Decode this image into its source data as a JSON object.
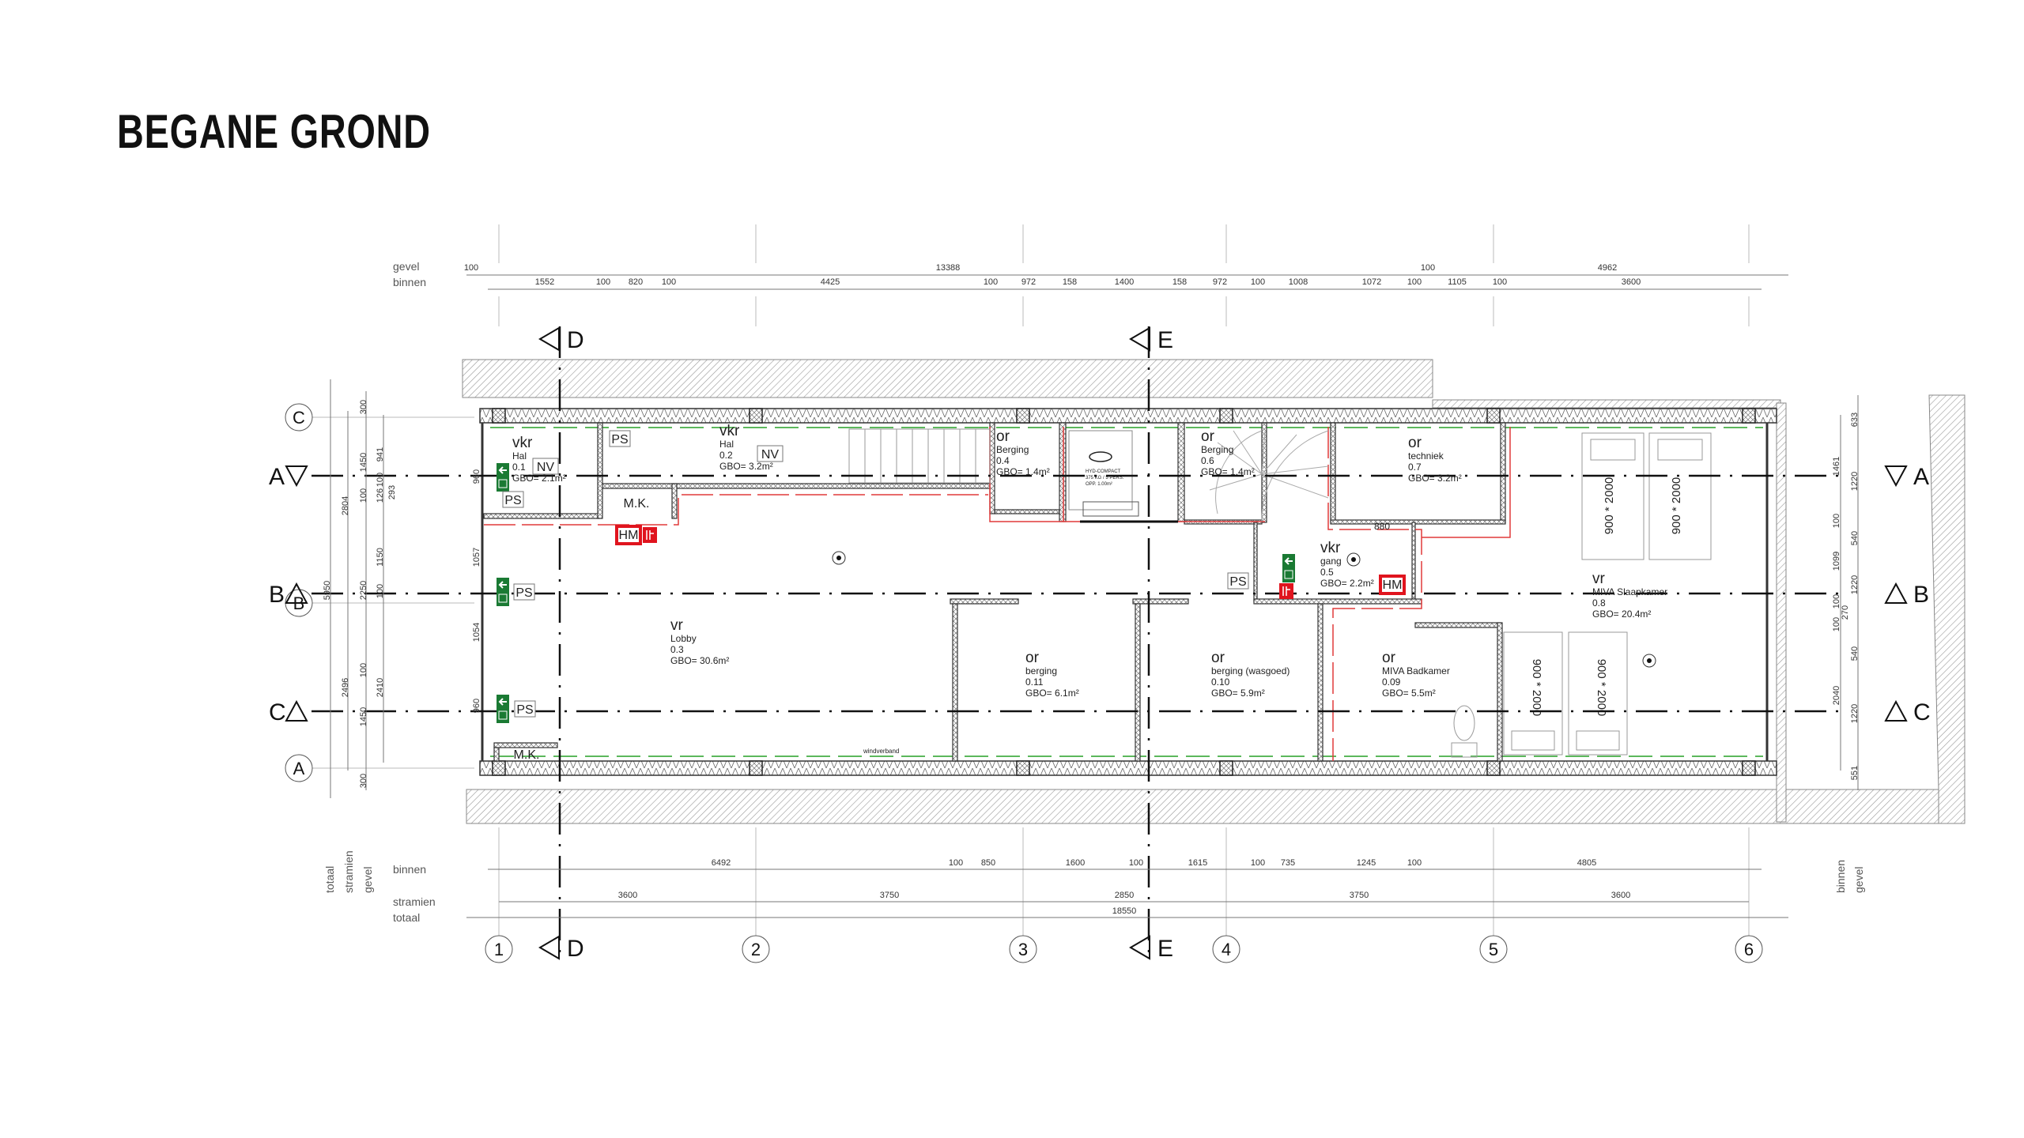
{
  "title": "BEGANE GROND",
  "dimensions": {
    "top_labels": {
      "gevel": "gevel",
      "binnen": "binnen"
    },
    "top_gevel": [
      "100",
      "13388",
      "100",
      "4962"
    ],
    "top_binnen": [
      "1552",
      "100",
      "820",
      "100",
      "4425",
      "100",
      "972",
      "158",
      "1400",
      "158",
      "972",
      "100",
      "1008",
      "1072",
      "100",
      "1105",
      "100",
      "3600"
    ],
    "bottom_labels": {
      "binnen": "binnen",
      "stramien": "stramien",
      "totaal": "totaal",
      "gevel": "gevel"
    },
    "side_labels": {
      "totaal": "totaal",
      "stramien": "stramien",
      "gevel": "gevel",
      "binnen_right": "binnen",
      "gevel_right": "gevel"
    },
    "bottom_binnen": [
      "6492",
      "100",
      "850",
      "1600",
      "100",
      "1615",
      "100",
      "735",
      "1245",
      "100",
      "4805"
    ],
    "bottom_stramien": [
      "3600",
      "3750",
      "2850",
      "3750",
      "3600"
    ],
    "bottom_totaal": "18550",
    "left": [
      "5950",
      "2804",
      "2496",
      "300",
      "1450",
      "2250",
      "1450",
      "300",
      "941",
      "100",
      "126",
      "293",
      "100",
      "1150",
      "100",
      "100",
      "2410",
      "960",
      "1057",
      "1054",
      "960"
    ],
    "right": [
      "633",
      "1461",
      "1220",
      "100",
      "540",
      "1099",
      "1220",
      "100",
      "270",
      "100",
      "540",
      "2040",
      "1220",
      "551"
    ]
  },
  "grid": {
    "columns": [
      "1",
      "2",
      "3",
      "4",
      "5",
      "6"
    ],
    "rows": [
      "C",
      "B",
      "A"
    ]
  },
  "sections": {
    "vertical": [
      "D",
      "E"
    ],
    "horizontal": [
      "A",
      "B",
      "C"
    ]
  },
  "rooms": [
    {
      "type": "vkr",
      "name": "Hal",
      "number": "0.1",
      "area": "GBO= 2.1m²"
    },
    {
      "type": "vkr",
      "name": "Hal",
      "number": "0.2",
      "area": "GBO= 3.2m²"
    },
    {
      "type": "or",
      "name": "Berging",
      "number": "0.4",
      "area": "GBO= 1.4m²"
    },
    {
      "type": "or",
      "name": "Berging",
      "number": "0.6",
      "area": "GBO= 1.4m²"
    },
    {
      "type": "or",
      "name": "techniek",
      "number": "0.7",
      "area": "GBO= 3.2m²"
    },
    {
      "type": "vkr",
      "name": "gang",
      "number": "0.5",
      "area": "GBO= 2.2m²"
    },
    {
      "type": "vr",
      "name": "MIVA Slaapkamer",
      "number": "0.8",
      "area": "GBO= 20.4m²"
    },
    {
      "type": "vr",
      "name": "Lobby",
      "number": "0.3",
      "area": "GBO= 30.6m²"
    },
    {
      "type": "or",
      "name": "berging",
      "number": "0.11",
      "area": "GBO= 6.1m²"
    },
    {
      "type": "or",
      "name": "berging (wasgoed)",
      "number": "0.10",
      "area": "GBO= 5.9m²"
    },
    {
      "type": "or",
      "name": "MIVA Badkamer",
      "number": "0.09",
      "area": "GBO= 5.5m²"
    }
  ],
  "tags": {
    "nv": "NV",
    "ps": "PS",
    "mk": "M.K.",
    "hm": "HM"
  },
  "elevator": {
    "model": "HYD-COMPACT",
    "capacity": "375 KG / 5 PERS.",
    "area": "OPP. 1.00m²"
  },
  "bed_size": "900 * 2000",
  "annotations": {
    "windverband": "windverband",
    "door_width": "880"
  },
  "colors": {
    "fire": "#e0141e",
    "exit": "#1a7a33",
    "fire_line": "#e03a3a",
    "green_line": "#5cb85c",
    "hatch": "#999999"
  }
}
